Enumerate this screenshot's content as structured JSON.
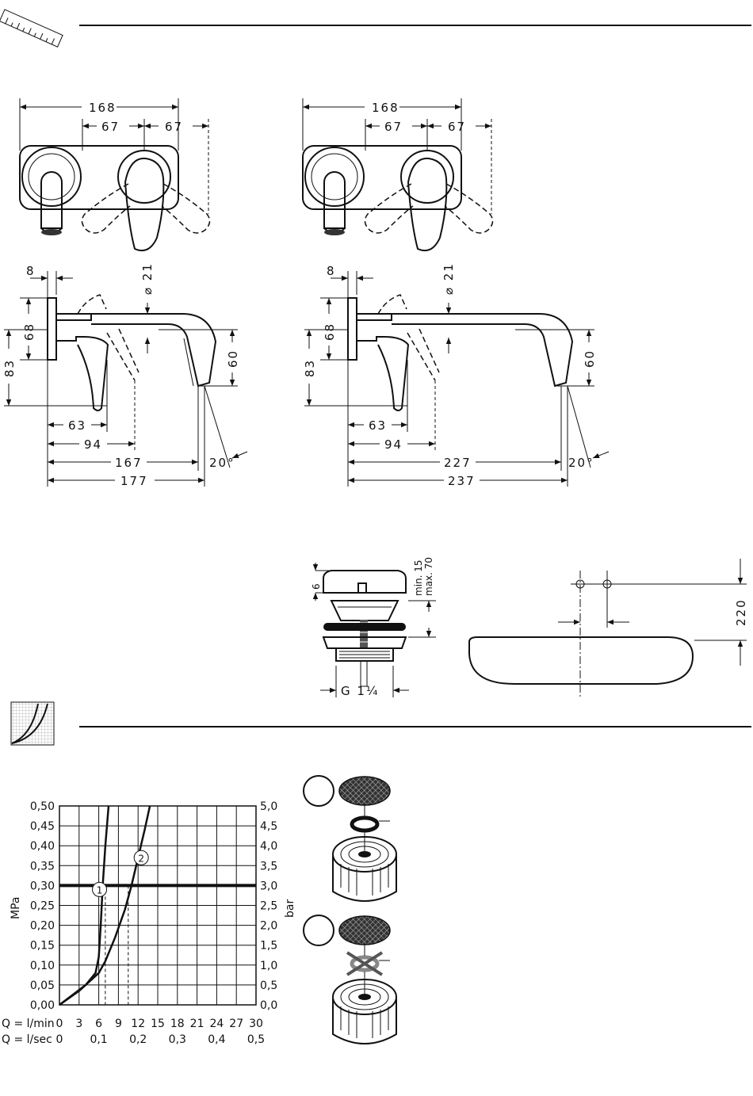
{
  "drawing_left": {
    "top": {
      "overall": "168",
      "half_a": "67",
      "half_b": "67"
    },
    "side": {
      "plate_t": "8",
      "dia": "⌀ 21",
      "h68": "68",
      "h83": "83",
      "h60": "60",
      "d63": "63",
      "d94": "94",
      "d167": "167",
      "d177": "177",
      "ang": "20°"
    }
  },
  "drawing_right": {
    "top": {
      "overall": "168",
      "half_a": "67",
      "half_b": "67"
    },
    "side": {
      "plate_t": "8",
      "dia": "⌀ 21",
      "h68": "68",
      "h83": "83",
      "h60": "60",
      "d63": "63",
      "d94": "94",
      "d167": "227",
      "d177": "237",
      "ang": "20°"
    }
  },
  "waste": {
    "h6": "6",
    "range_a": "min. 15",
    "range_b": "max. 70",
    "thread": "G 1¼"
  },
  "basin": {
    "height": "220"
  },
  "chart_data": {
    "type": "line",
    "y_left_label": "MPa",
    "y_right_label": "bar",
    "y_left_ticks": [
      "0,00",
      "0,05",
      "0,10",
      "0,15",
      "0,20",
      "0,25",
      "0,30",
      "0,35",
      "0,40",
      "0,45",
      "0,50"
    ],
    "y_right_ticks": [
      "0,0",
      "0,5",
      "1,0",
      "1,5",
      "2,0",
      "2,5",
      "3,0",
      "3,5",
      "4,0",
      "4,5",
      "5,0"
    ],
    "x_min_label": "Q = l/min",
    "x_min_ticks": [
      "0",
      "3",
      "6",
      "9",
      "12",
      "15",
      "18",
      "21",
      "24",
      "27",
      "30"
    ],
    "x_sec_label": "Q = l/sec",
    "x_sec_ticks": [
      "0",
      "0,1",
      "0,2",
      "0,3",
      "0,4",
      "0,5"
    ],
    "xlim": [
      0,
      30
    ],
    "ylim": [
      0,
      0.5
    ],
    "reference_pressure": 0.3,
    "series": [
      {
        "name": "1",
        "points": [
          [
            0,
            0
          ],
          [
            2,
            0.025
          ],
          [
            4,
            0.05
          ],
          [
            5.5,
            0.08
          ],
          [
            6,
            0.12
          ],
          [
            6.3,
            0.2
          ],
          [
            6.6,
            0.3
          ],
          [
            7,
            0.4
          ],
          [
            7.5,
            0.5
          ]
        ],
        "q_at_ref": 7
      },
      {
        "name": "2",
        "points": [
          [
            0,
            0
          ],
          [
            3,
            0.035
          ],
          [
            6,
            0.08
          ],
          [
            7,
            0.11
          ],
          [
            8.5,
            0.17
          ],
          [
            10,
            0.24
          ],
          [
            11,
            0.3
          ],
          [
            12,
            0.37
          ],
          [
            13,
            0.44
          ],
          [
            13.8,
            0.5
          ]
        ],
        "q_at_ref": 10.5
      }
    ]
  }
}
